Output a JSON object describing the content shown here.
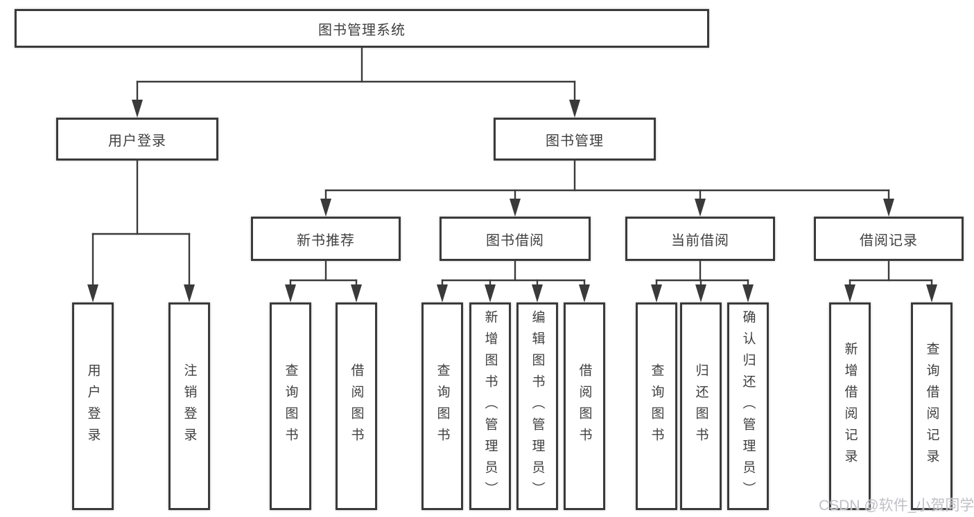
{
  "tree": {
    "root": {
      "label": "图书管理系统"
    },
    "level2": [
      {
        "label": "用户登录"
      },
      {
        "label": "图书管理"
      }
    ],
    "level3": [
      {
        "label": "新书推荐",
        "parent": "图书管理"
      },
      {
        "label": "图书借阅",
        "parent": "图书管理"
      },
      {
        "label": "当前借阅",
        "parent": "图书管理"
      },
      {
        "label": "借阅记录",
        "parent": "图书管理"
      }
    ],
    "leaves": [
      {
        "label": "用户登录",
        "parent": "用户登录"
      },
      {
        "label": "注销登录",
        "parent": "用户登录"
      },
      {
        "label": "查询图书",
        "parent": "新书推荐"
      },
      {
        "label": "借阅图书",
        "parent": "新书推荐"
      },
      {
        "label": "查询图书",
        "parent": "图书借阅"
      },
      {
        "label": "新增图书（管理员）",
        "parent": "图书借阅"
      },
      {
        "label": "编辑图书（管理员）",
        "parent": "图书借阅"
      },
      {
        "label": "借阅图书",
        "parent": "图书借阅"
      },
      {
        "label": "查询图书",
        "parent": "当前借阅"
      },
      {
        "label": "归还图书",
        "parent": "当前借阅"
      },
      {
        "label": "确认归还（管理员）",
        "parent": "当前借阅"
      },
      {
        "label": "新增借阅记录",
        "parent": "借阅记录"
      },
      {
        "label": "查询借阅记录",
        "parent": "借阅记录"
      }
    ]
  },
  "watermark": {
    "text": "CSDN @软件_小贺同学"
  },
  "colors": {
    "line": "#3a3a3a",
    "border": "#3a3a3a",
    "text": "#3f3f3f",
    "background": "#ffffff",
    "watermark": "#bfbfc6"
  }
}
